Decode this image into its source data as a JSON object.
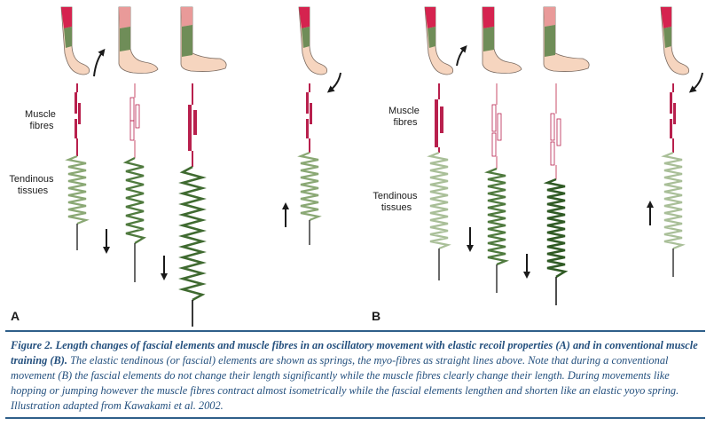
{
  "panels": [
    {
      "id": "A",
      "label": "A",
      "muscle_label": "Muscle\nfibres",
      "tendon_label": "Tendinous\ntissues"
    },
    {
      "id": "B",
      "label": "B",
      "muscle_label": "Muscle\nfibres",
      "tendon_label": "Tendinous\ntissues"
    }
  ],
  "caption": {
    "title": "Figure 2. Length changes of fascial elements and muscle fibres in an oscillatory movement with elastic recoil properties (A) and in conventional muscle training (B).",
    "body": "The elastic tendinous (or fascial) elements are shown as springs, the myo-fibres as straight lines above. Note that during a conventional movement (B) the fascial elements do not change their length significantly while the muscle fibres clearly change their length. During movements like hopping or jumping however the muscle fibres contract almost isometrically while the fascial elements lengthen and shorten like an elastic yoyo spring. Illustration adapted from Kawakami et al. 2002."
  },
  "colors": {
    "muscle_dark": "#b8204d",
    "muscle_light": "#e4a6b4",
    "spring_light": "#8aa874",
    "spring_dark": "#3f6a30",
    "skin": "#f6d5bf",
    "calf_red": "#d5234f",
    "calf_pink": "#e99a99",
    "tendon_green": "#6f8d58",
    "caption_text": "#24507e",
    "rule": "#2f5f8a"
  }
}
